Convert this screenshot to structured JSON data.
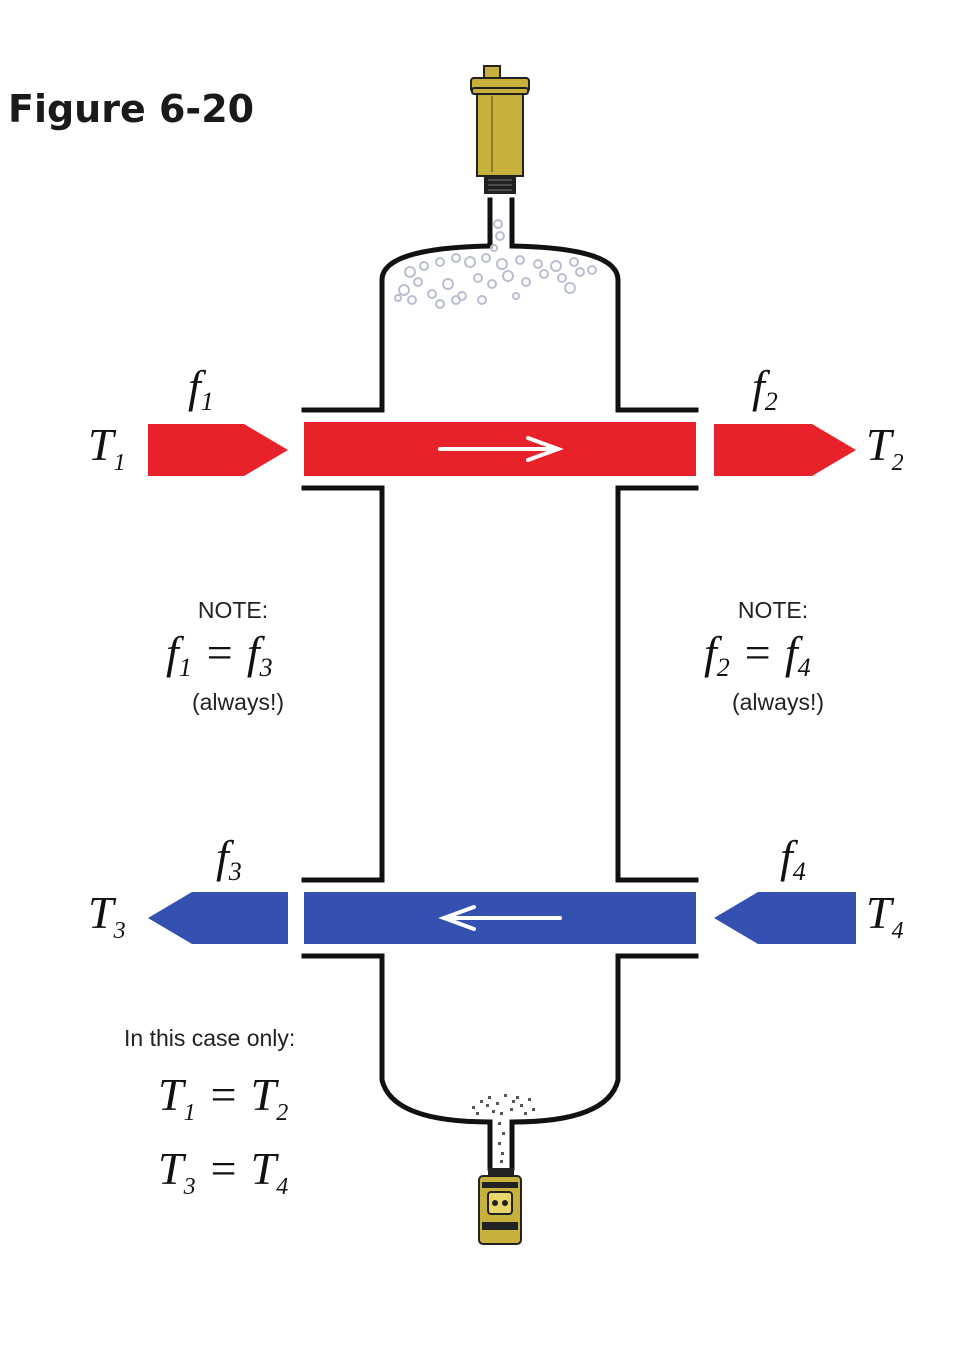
{
  "figure": {
    "title": "Figure 6-20"
  },
  "colors": {
    "hot": "#e8222a",
    "cold": "#3450b0",
    "valve_body": "#c8b03c",
    "valve_dark": "#222222",
    "bubble": "#b9bfd0"
  },
  "flow_labels": {
    "f1": {
      "var": "f",
      "sub": "1"
    },
    "f2": {
      "var": "f",
      "sub": "2"
    },
    "f3": {
      "var": "f",
      "sub": "3"
    },
    "f4": {
      "var": "f",
      "sub": "4"
    }
  },
  "temp_labels": {
    "T1": {
      "var": "T",
      "sub": "1"
    },
    "T2": {
      "var": "T",
      "sub": "2"
    },
    "T3": {
      "var": "T",
      "sub": "3"
    },
    "T4": {
      "var": "T",
      "sub": "4"
    }
  },
  "notes": {
    "left": {
      "heading": "NOTE:",
      "lhs": {
        "var": "f",
        "sub": "1"
      },
      "eq": "=",
      "rhs": {
        "var": "f",
        "sub": "3"
      },
      "remark": "(always!)"
    },
    "right": {
      "heading": "NOTE:",
      "lhs": {
        "var": "f",
        "sub": "2"
      },
      "eq": "=",
      "rhs": {
        "var": "f",
        "sub": "4"
      },
      "remark": "(always!)"
    }
  },
  "case_note": {
    "heading": "In this case only:",
    "eq1": {
      "lhs": {
        "var": "T",
        "sub": "1"
      },
      "eq": "=",
      "rhs": {
        "var": "T",
        "sub": "2"
      }
    },
    "eq2": {
      "lhs": {
        "var": "T",
        "sub": "3"
      },
      "eq": "=",
      "rhs": {
        "var": "T",
        "sub": "4"
      }
    }
  },
  "components": {
    "top_device": "air-vent-icon",
    "bottom_device": "drain-valve-icon"
  }
}
